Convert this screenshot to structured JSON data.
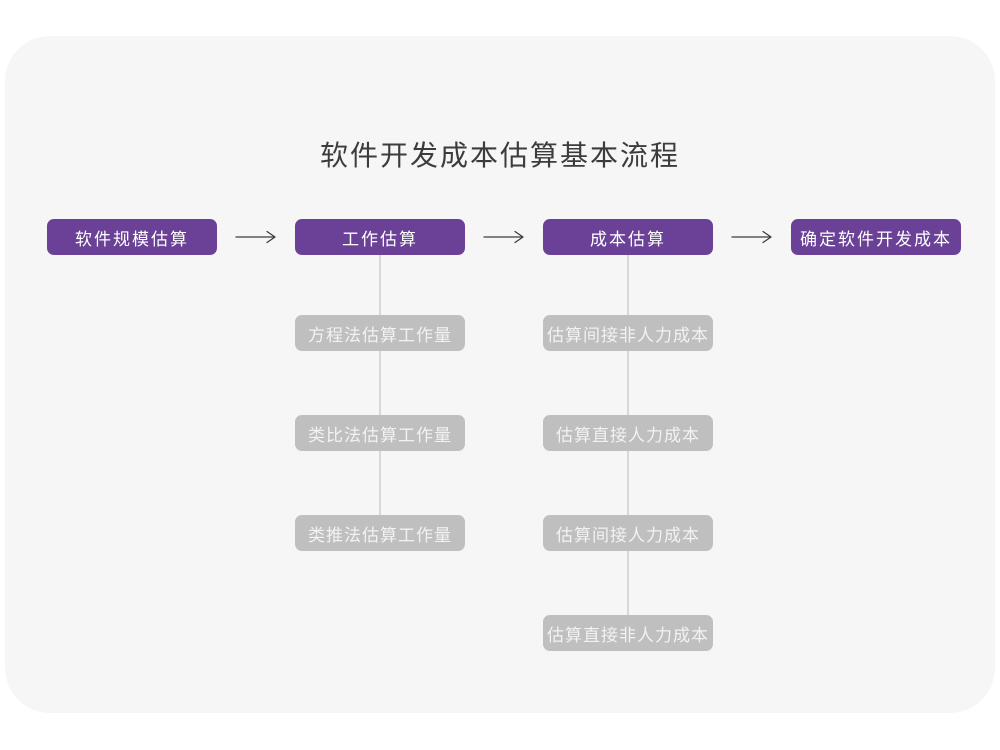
{
  "page": {
    "title": "软件开发成本估算基本流程"
  },
  "colors": {
    "page_bg": "#FFFFFF",
    "card_bg": "#F6F6F6",
    "primary_node": "#6A4197",
    "secondary_node": "#BFBFBF",
    "connector_line": "#D8D8D8",
    "arrow": "#3E3E3E",
    "title_text": "#3C3C3C",
    "primary_node_text": "#FFFFFF",
    "secondary_node_text": "#F2F2F2"
  },
  "icons": {
    "arrow_right": "⟶"
  },
  "flow": {
    "main_steps": [
      {
        "label": "软件规模估算"
      },
      {
        "label": "工作估算"
      },
      {
        "label": "成本估算"
      },
      {
        "label": "确定软件开发成本"
      }
    ],
    "work_estimation_methods": [
      {
        "label": "方程法估算工作量"
      },
      {
        "label": "类比法估算工作量"
      },
      {
        "label": "类推法估算工作量"
      }
    ],
    "cost_estimation_methods": [
      {
        "label": "估算间接非人力成本"
      },
      {
        "label": "估算直接人力成本"
      },
      {
        "label": "估算间接人力成本"
      },
      {
        "label": "估算直接非人力成本"
      }
    ]
  }
}
